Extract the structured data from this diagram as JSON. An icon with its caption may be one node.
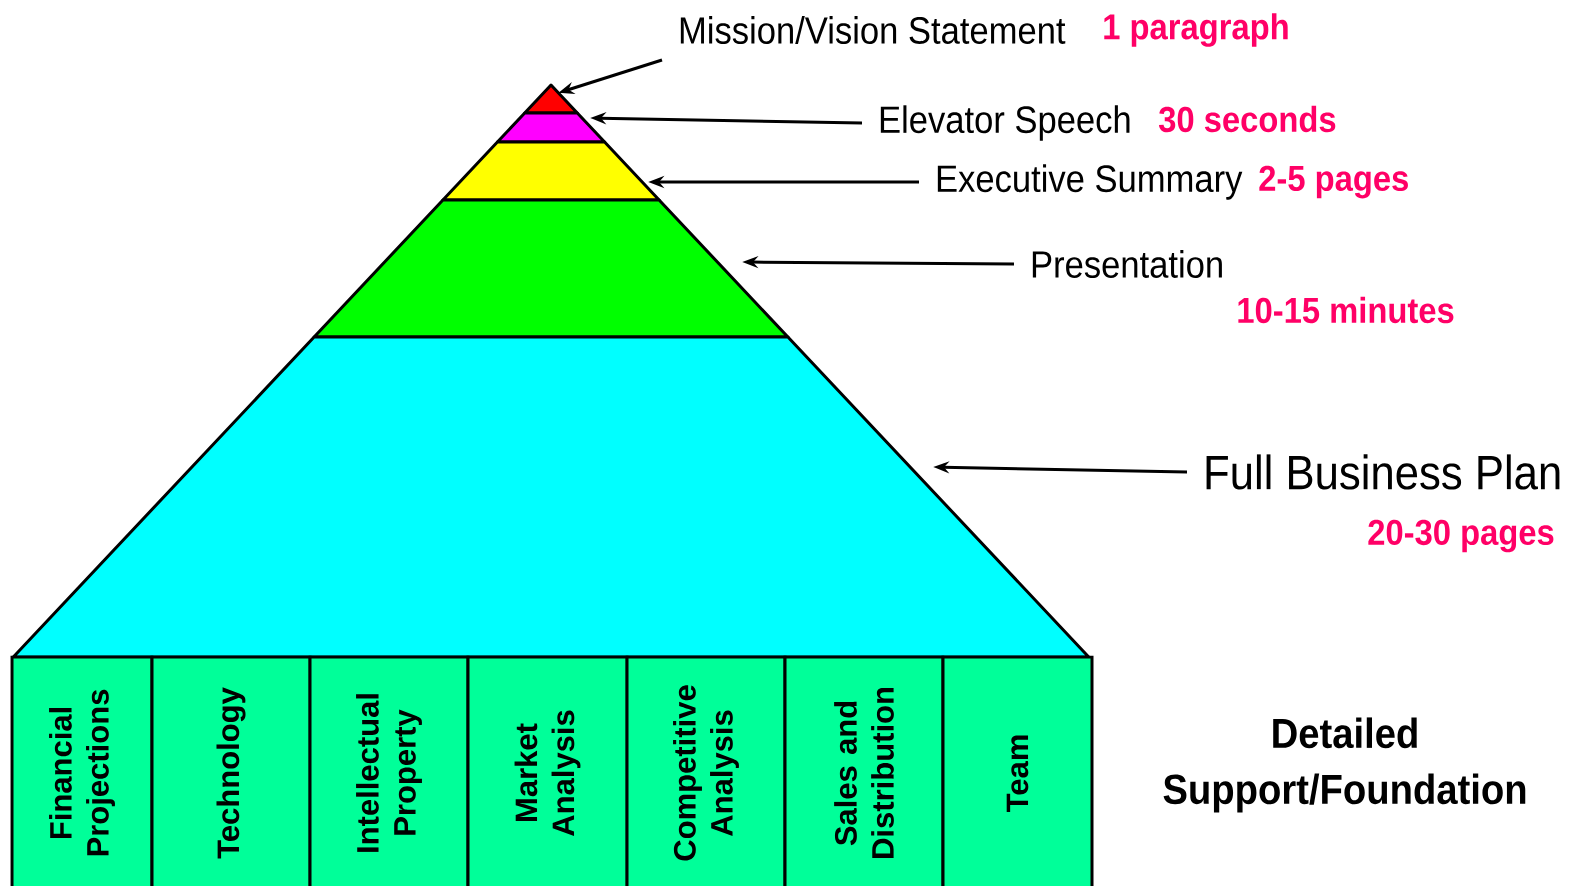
{
  "diagram": {
    "nodes": [
      {
        "text": [],
        "shape": "triangle"
      },
      {
        "text": [],
        "shape": "trapezoid"
      },
      {
        "text": [],
        "shape": "trapezoid"
      },
      {
        "text": [],
        "shape": "trapezoid"
      },
      {
        "text": [],
        "shape": "trapezoid"
      },
      {
        "text": [
          "Financial Projections"
        ]
      },
      {
        "text": [
          "Technology"
        ]
      },
      {
        "text": [
          "Intellectual Property"
        ]
      },
      {
        "text": [
          "Market Analysis"
        ]
      },
      {
        "text": [
          "Competitive Analysis"
        ]
      },
      {
        "text": [
          "Sales and Distribution"
        ]
      },
      {
        "text": [
          "Team"
        ]
      },
      {
        "text": [
          "Mission/Vision Statement"
        ],
        "beside": [
          "1 paragraph"
        ]
      },
      {
        "text": [
          "Elevator Speech"
        ],
        "beside": [
          "30 seconds"
        ]
      },
      {
        "text": [
          "Executive Summary"
        ],
        "beside": [
          "2-5 pages"
        ]
      },
      {
        "text": [
          "Presentation"
        ],
        "beside": [
          "10-15 minutes"
        ]
      },
      {
        "text": [
          "Full Business Plan"
        ],
        "beside": [
          "20-30 pages"
        ]
      }
    ],
    "edges": [
      {
        "from": 12,
        "to": 0,
        "arrow": "to"
      },
      {
        "from": 13,
        "to": 1,
        "arrow": "to"
      },
      {
        "from": 14,
        "to": 2,
        "arrow": "to"
      },
      {
        "from": 15,
        "to": 3,
        "arrow": "to"
      },
      {
        "from": 16,
        "to": 4,
        "arrow": "to"
      }
    ],
    "labels": [
      "Detailed Support/Foundation"
    ]
  }
}
